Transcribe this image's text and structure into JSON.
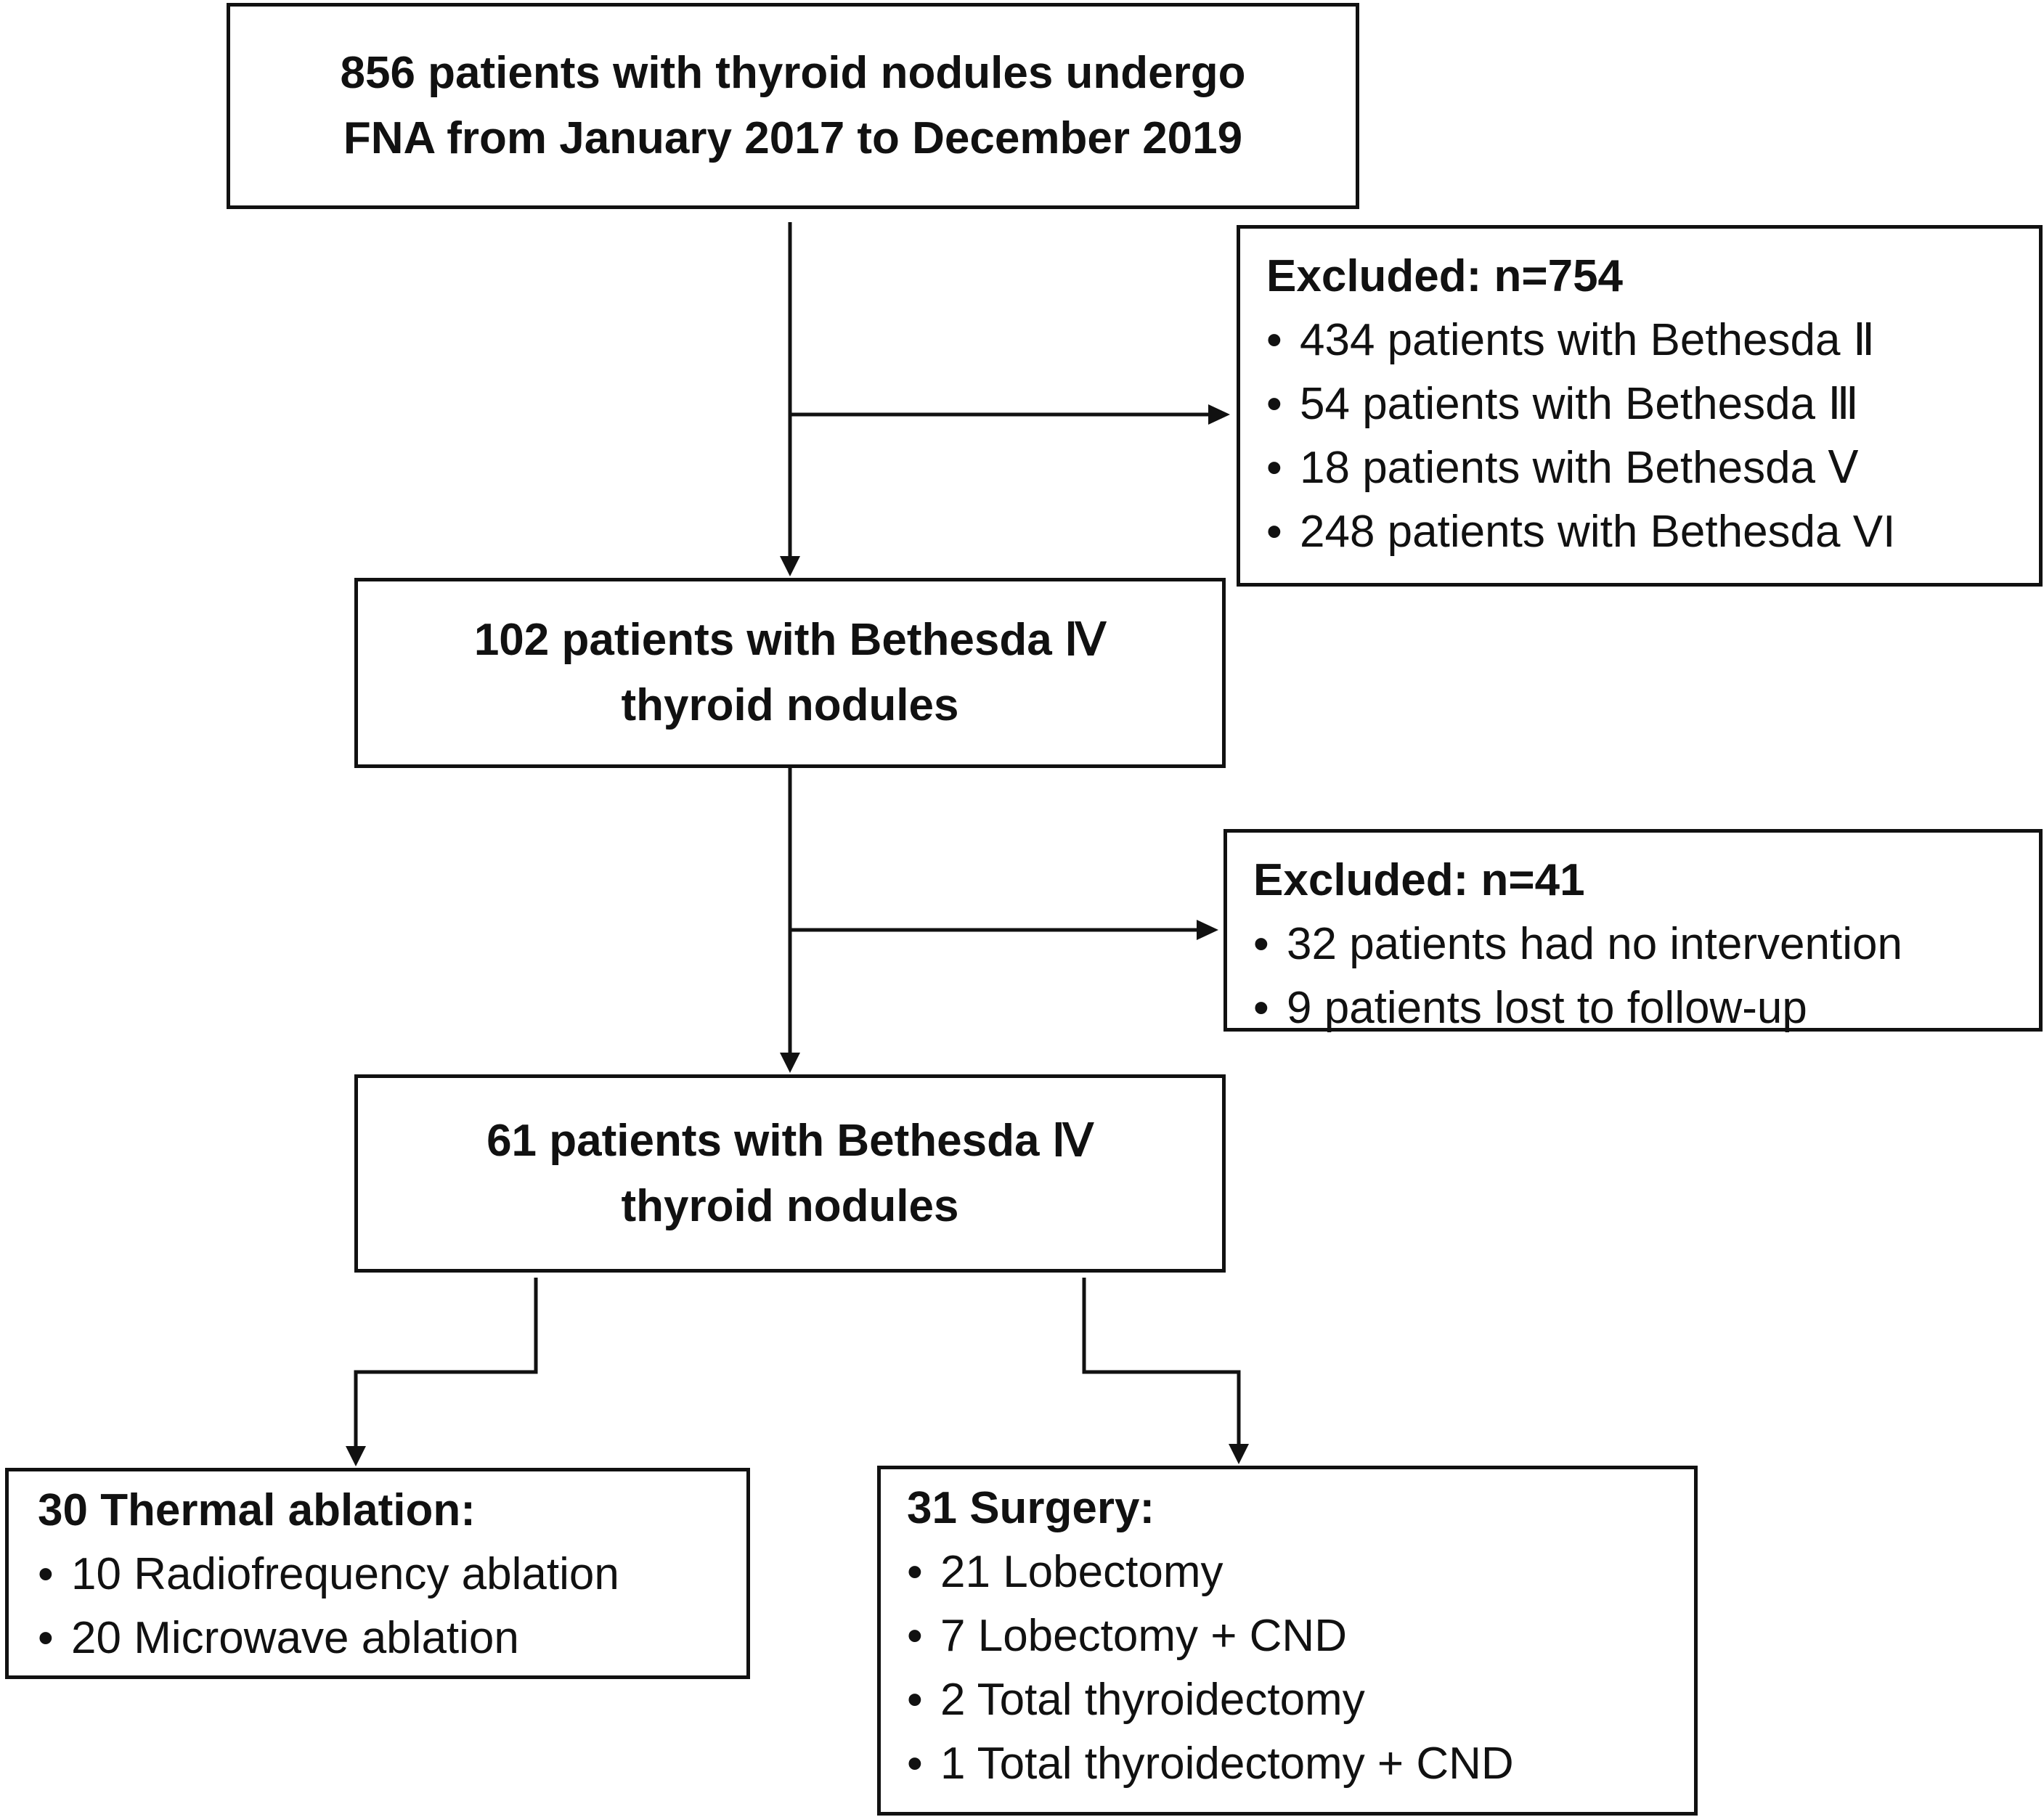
{
  "flowchart": {
    "start": {
      "lines": [
        "856 patients with thyroid nodules undergo",
        "FNA from January 2017 to December 2019"
      ]
    },
    "excluded_1": {
      "title": "Excluded: n=754",
      "items": [
        "434 patients with Bethesda Ⅱ",
        "54 patients with Bethesda Ⅲ",
        "18 patients with Bethesda Ⅴ",
        "248 patients with Bethesda VI"
      ]
    },
    "stage_102": {
      "lines": [
        "102 patients with Bethesda Ⅳ",
        "thyroid nodules"
      ]
    },
    "excluded_2": {
      "title": "Excluded: n=41",
      "items": [
        "32 patients had no intervention",
        "9 patients lost to follow-up"
      ]
    },
    "stage_61": {
      "lines": [
        "61 patients with Bethesda Ⅳ",
        "thyroid nodules"
      ]
    },
    "ablation": {
      "title": "30 Thermal ablation:",
      "items": [
        "10 Radiofrequency ablation",
        "20 Microwave ablation"
      ]
    },
    "surgery": {
      "title": "31 Surgery:",
      "items": [
        "21 Lobectomy",
        "7 Lobectomy + CND",
        "2 Total thyroidectomy",
        "1 Total thyroidectomy + CND"
      ]
    },
    "bullet_symbol": "•"
  }
}
